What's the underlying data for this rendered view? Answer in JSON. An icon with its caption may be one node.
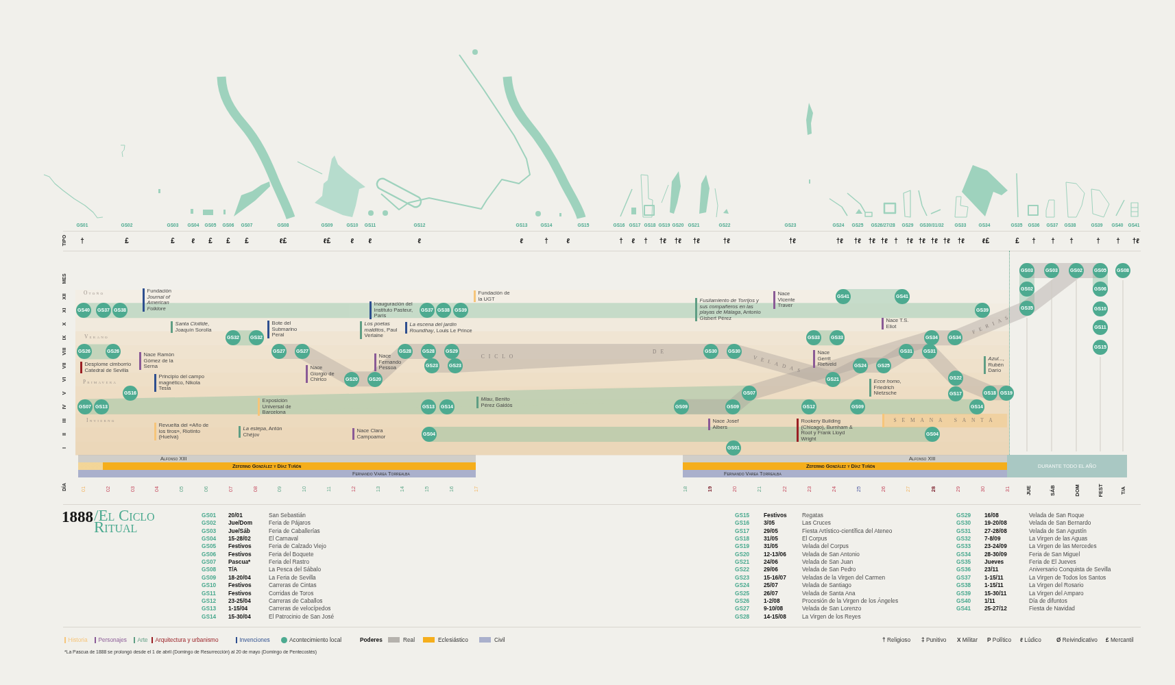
{
  "diagram": {
    "title": "**1888**/El Ciclo Ritual",
    "nodes": [
      {
        "text": [
          "GS41"
        ]
      },
      {
        "text": [
          "GS41"
        ]
      },
      {
        "text": [
          "GS40"
        ]
      },
      {
        "text": [
          "GS37"
        ]
      },
      {
        "text": [
          "GS38"
        ]
      },
      {
        "text": [
          "GS37"
        ]
      },
      {
        "text": [
          "GS38"
        ]
      },
      {
        "text": [
          "GS39"
        ]
      },
      {
        "text": [
          "GS39"
        ]
      },
      {
        "text": [
          "GS32"
        ]
      },
      {
        "text": [
          "GS32"
        ]
      },
      {
        "text": [
          "GS33"
        ]
      },
      {
        "text": [
          "GS33"
        ]
      },
      {
        "text": [
          "GS34"
        ]
      },
      {
        "text": [
          "GS34"
        ]
      },
      {
        "text": [
          "GS26"
        ]
      },
      {
        "text": [
          "GS26"
        ]
      },
      {
        "text": [
          "GS27"
        ]
      },
      {
        "text": [
          "GS27"
        ]
      },
      {
        "text": [
          "GS28"
        ]
      },
      {
        "text": [
          "GS28"
        ]
      },
      {
        "text": [
          "GS29"
        ]
      },
      {
        "text": [
          "GS30"
        ]
      },
      {
        "text": [
          "GS30"
        ]
      },
      {
        "text": [
          "GS31"
        ]
      },
      {
        "text": [
          "GS31"
        ]
      },
      {
        "text": [
          "GS23"
        ]
      },
      {
        "text": [
          "GS23"
        ]
      },
      {
        "text": [
          "GS24"
        ]
      },
      {
        "text": [
          "GS25"
        ]
      },
      {
        "text": [
          "GS20"
        ]
      },
      {
        "text": [
          "GS20"
        ]
      },
      {
        "text": [
          "GS21"
        ]
      },
      {
        "text": [
          "GS22"
        ]
      },
      {
        "text": [
          "GS16"
        ]
      },
      {
        "text": [
          "GS07"
        ]
      },
      {
        "text": [
          "GS17"
        ]
      },
      {
        "text": [
          "GS18"
        ]
      },
      {
        "text": [
          "GS19"
        ]
      },
      {
        "text": [
          "GS07"
        ]
      },
      {
        "text": [
          "GS13"
        ]
      },
      {
        "text": [
          "GS13"
        ]
      },
      {
        "text": [
          "GS14"
        ]
      },
      {
        "text": [
          "GS09"
        ]
      },
      {
        "text": [
          "GS09"
        ]
      },
      {
        "text": [
          "GS12"
        ]
      },
      {
        "text": [
          "GS09"
        ]
      },
      {
        "text": [
          "GS14"
        ]
      },
      {
        "text": [
          "GS04"
        ]
      },
      {
        "text": [
          "GS04"
        ]
      },
      {
        "text": [
          "GS01"
        ]
      },
      {
        "text": [
          "GS03"
        ]
      },
      {
        "text": [
          "GS03"
        ]
      },
      {
        "text": [
          "GS02"
        ]
      },
      {
        "text": [
          "GS05"
        ]
      },
      {
        "text": [
          "GS08"
        ]
      },
      {
        "text": [
          "GS02"
        ]
      },
      {
        "text": [
          "GS06"
        ]
      },
      {
        "text": [
          "GS35"
        ]
      },
      {
        "text": [
          "GS10"
        ]
      },
      {
        "text": [
          "GS11"
        ]
      },
      {
        "text": [
          "GS15"
        ]
      },
      {
        "text": [
          "SEMANA SANTA"
        ]
      },
      {
        "text": [
          "Alfonso XIII"
        ]
      },
      {
        "text": [
          "Zeferino González y Díaz Tuñón"
        ]
      },
      {
        "text": [
          "Fernando Varea Torrealba"
        ]
      },
      {
        "text": [
          "Alfonso XIII"
        ]
      },
      {
        "text": [
          "Zeferino González y Díaz Tuñón"
        ]
      },
      {
        "text": [
          "Fernando Varea Torrealba"
        ]
      },
      {
        "text": [
          "DURANTE TODO EL AÑO"
        ]
      }
    ],
    "labels": [
      "GS01",
      "GS02",
      "GS03",
      "GS04",
      "GS05",
      "GS06",
      "GS07",
      "GS08",
      "GS09",
      "GS10",
      "GS11",
      "GS12",
      "GS13",
      "GS14",
      "GS15",
      "GS16",
      "GS17",
      "GS18",
      "GS19",
      "GS20",
      "GS21",
      "GS22",
      "GS23",
      "GS24",
      "GS25",
      "GS26/27/28",
      "GS29",
      "GS30/31/32",
      "GS33",
      "GS34",
      "GS35",
      "GS36",
      "GS37",
      "GS38",
      "GS39",
      "GS40",
      "GS41",
      "TIPO",
      "†",
      "£",
      "£",
      "ℓ",
      "£",
      "£",
      "£",
      "ℓ£",
      "ℓ£",
      "ℓ",
      "ℓ",
      "ℓ",
      "ℓ",
      "†",
      "ℓ",
      "†",
      "ℓ",
      "†",
      "†ℓ",
      "†ℓ",
      "†ℓ",
      "†ℓ",
      "†ℓ",
      "†ℓ",
      "†ℓ",
      "†ℓ",
      "†ℓ",
      "†",
      "†ℓ",
      "†ℓ",
      "†ℓ",
      "†ℓ",
      "†ℓ",
      "ℓ£",
      "£",
      "†",
      "†",
      "†",
      "†",
      "†",
      "†ℓ",
      "MES",
      "XII",
      "XI",
      "X",
      "IX",
      "VIII",
      "VII",
      "VI",
      "V",
      "IV",
      "III",
      "II",
      "I",
      "Otoño",
      "Verano",
      "Primavera",
      "Invierno",
      "Fundación *Journal of American Folklore*",
      "Inauguración del Instituto Pasteur, París",
      "Fundación de la UGT",
      "*Fusilamiento de Torrijos y sus compañeros en las playas de Málaga*, Antonio Gisbert Pérez",
      "Nace Vicente Traver",
      "*Santa Clotilde*, Joaquín Sorolla",
      "Bote del Submarino Peral",
      "*Los poetas malditos*, Paul Verlaine",
      "*La escena del jardín Roundhay*, Louis Le Prince",
      "Nace T.S. Eliot",
      "Desplome cimborrio Catedral de Sevilla",
      "Nace Ramón Gómez de la Serna",
      "Principio del campo magnético, Nikola Tesla",
      "Nace Giorgio de Chirico",
      "Nace Fernando Pessoa",
      "Nace Gerrit Rietveld",
      "*Ecce homo*, Friedrich Nietzsche",
      "*Azul...*, Rubén Darío",
      "Exposición Universal de Barcelona",
      "*Miau*, Benito Pérez Galdós",
      "Revuelta del «Año de los tiros», Riotinto (Huelva)",
      "*La estepa*, Antón Chéjov",
      "Nace Clara Campoamor",
      "Nace Josef Albers",
      "Rookery Building (Chicago), Burnham & Root y Frank Lloyd Wright",
      "CICLO",
      "DE",
      "VELADAS",
      "FERIAS",
      "DÍA",
      "01",
      "02",
      "03",
      "04",
      "05",
      "06",
      "07",
      "08",
      "09",
      "10",
      "11",
      "12",
      "13",
      "14",
      "15",
      "16",
      "17",
      "18",
      "19",
      "20",
      "21",
      "22",
      "23",
      "24",
      "25",
      "26",
      "27",
      "28",
      "29",
      "30",
      "31",
      "JUE",
      "SÁB",
      "DOM",
      "FEST",
      "T/A",
      "GS01",
      "20/01",
      "San Sebastián",
      "GS02",
      "Jue/Dom",
      "Feria de Pájaros",
      "GS03",
      "Jue/Sáb",
      "Feria de Caballerías",
      "GS04",
      "15-28/02",
      "El Carnaval",
      "GS05",
      "Festivos",
      "Feria de Calzado Viejo",
      "GS06",
      "Festivos",
      "Feria del Boquete",
      "GS07",
      "Pascua*",
      "Feria del Rastro",
      "GS08",
      "T/A",
      "La Pesca del Sábalo",
      "GS09",
      "18-20/04",
      "La Feria de Sevilla",
      "GS10",
      "Festivos",
      "Carreras de Cintas",
      "GS11",
      "Festivos",
      "Corridas de Toros",
      "GS12",
      "23-25/04",
      "Carreras de Caballos",
      "GS13",
      "1-15/04",
      "Carreras de velocípedos",
      "GS14",
      "15-30/04",
      "El Patrocinio de San José",
      "GS15",
      "Festivos",
      "Regatas",
      "GS16",
      "3/05",
      "Las Cruces",
      "GS17",
      "29/05",
      "Fiesta Artístico-científica del Ateneo",
      "GS18",
      "31/05",
      "El Corpus",
      "GS19",
      "31/05",
      "Velada del Corpus",
      "GS20",
      "12-13/06",
      "Velada de San Antonio",
      "GS21",
      "24/06",
      "Velada de San Juan",
      "GS22",
      "29/06",
      "Velada de San Pedro",
      "GS23",
      "15-16/07",
      "Veladas de la Virgen del Carmen",
      "GS24",
      "25/07",
      "Velada de Santiago",
      "GS25",
      "26/07",
      "Velada de Santa Ana",
      "GS26",
      "1-2/08",
      "Procesión de la Virgen de los Ángeles",
      "GS27",
      "9-10/08",
      "Velada de San Lorenzo",
      "GS28",
      "14-15/08",
      "La Virgen de los Reyes",
      "GS29",
      "16/08",
      "Velada de San Roque",
      "GS30",
      "19-20/08",
      "Velada de San Bernardo",
      "GS31",
      "27-28/08",
      "Velada de San Agustín",
      "GS32",
      "7-8/09",
      "La Virgen de las Aguas",
      "GS33",
      "23-24/09",
      "La Virgen de las Mercedes",
      "GS34",
      "28-30/09",
      "Feria de San Miguel",
      "GS35",
      "Jueves",
      "Feria de El Jueves",
      "GS36",
      "23/11",
      "Aniversario Conquista de Sevilla",
      "GS37",
      "1-15/11",
      "La Virgen de Todos los Santos",
      "GS38",
      "1-15/11",
      "La Virgen del Rosario",
      "GS39",
      "15-30/11",
      "La Virgen del Amparo",
      "GS40",
      "1/11",
      "Día de difuntos",
      "GS41",
      "25-27/12",
      "Fiesta de Navidad",
      "Poderes",
      "*La Pascua de 1888 se prolongó desde el 1 de abril (Domingo de Resurrección) al 20 de mayo (Domingo de Pentecostés)"
    ],
    "legend": [
      {
        "text": "Historia",
        "color": "#f6c57a"
      },
      {
        "text": "Personajes",
        "color": "#8a5a96"
      },
      {
        "text": "Arte",
        "color": "#5f9e84"
      },
      {
        "text": "Arquitectura y urbanismo",
        "color": "#9a1f24"
      },
      {
        "text": "Invenciones",
        "color": "#2e4f8f"
      },
      {
        "text": "Acontecimiento local",
        "color": "#4daa90"
      },
      {
        "text": "Real",
        "color": "#b5b2ad"
      },
      {
        "text": "Eclesiástico",
        "color": "#f5ae1c"
      },
      {
        "text": "Civil",
        "color": "#aab0cc"
      },
      {
        "text": "**†** Religioso"
      },
      {
        "text": "**‡** Punitivo"
      },
      {
        "text": "**X** Militar"
      },
      {
        "text": "**P** Político"
      },
      {
        "text": "**ℓ** Lúdico"
      },
      {
        "text": "**Ø** Reivindicativo"
      },
      {
        "text": "**£** Mercantil"
      }
    ]
  }
}
